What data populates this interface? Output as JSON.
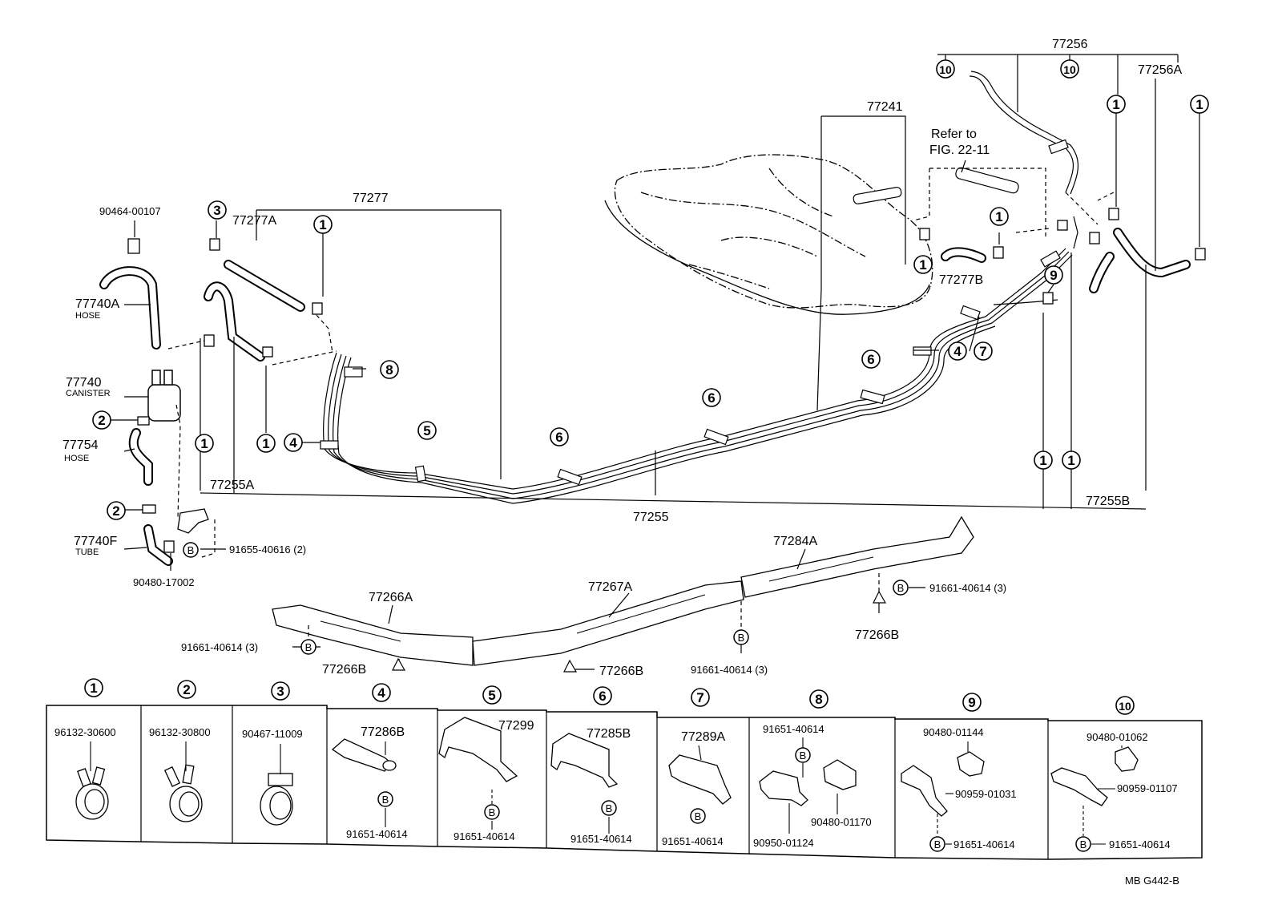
{
  "callouts": {
    "c77256": "77256",
    "c77256A": "77256A",
    "c77241": "77241",
    "refer1": "Refer to",
    "refer2": "FIG. 22-11",
    "c77277": "77277",
    "c77277A": "77277A",
    "c90464": "90464-00107",
    "c77740A": "77740A",
    "hose1": "HOSE",
    "c77740": "77740",
    "canister": "CANISTER",
    "c77754": "77754",
    "hose2": "HOSE",
    "c77255A": "77255A",
    "c77255": "77255",
    "c77255B": "77255B",
    "c77277B": "77277B",
    "c77740F": "77740F",
    "tube": "TUBE",
    "c91655": "91655-40616 (2)",
    "c90480_17002": "90480-17002",
    "c77284A": "77284A",
    "c91661_r": "91661-40614 (3)",
    "c77266B_r": "77266B",
    "c77267A": "77267A",
    "c77266A": "77266A",
    "c91661_l": "91661-40614 (3)",
    "c77266B_l": "77266B",
    "c77266B_m": "77266B",
    "c91661_m": "91661-40614 (3)"
  },
  "circle_numbers": [
    "1",
    "2",
    "3",
    "4",
    "5",
    "6",
    "7",
    "8",
    "9",
    "10"
  ],
  "bolt_mark": "B",
  "legend": [
    {
      "num": "1",
      "parts": [
        "96132-30600"
      ]
    },
    {
      "num": "2",
      "parts": [
        "96132-30800"
      ]
    },
    {
      "num": "3",
      "parts": [
        "90467-11009"
      ]
    },
    {
      "num": "4",
      "parts": [
        "77286B",
        "91651-40614"
      ]
    },
    {
      "num": "5",
      "parts": [
        "77299",
        "91651-40614"
      ]
    },
    {
      "num": "6",
      "parts": [
        "77285B",
        "91651-40614"
      ]
    },
    {
      "num": "7",
      "parts": [
        "77289A",
        "91651-40614"
      ]
    },
    {
      "num": "8",
      "parts": [
        "91651-40614",
        "90480-01170",
        "90950-01124"
      ]
    },
    {
      "num": "9",
      "parts": [
        "90480-01144",
        "90959-01031",
        "91651-40614"
      ]
    },
    {
      "num": "10",
      "parts": [
        "90480-01062",
        "90959-01107",
        "91651-40614"
      ]
    }
  ],
  "figure_code": "MB  G442-B"
}
